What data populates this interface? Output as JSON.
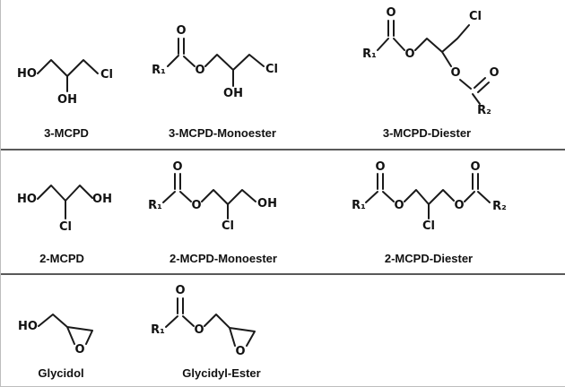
{
  "atoms": {
    "HO": "HO",
    "OH": "OH",
    "Cl": "Cl",
    "O": "O",
    "R1": "R₁",
    "R2": "R₂"
  },
  "structures": {
    "mcpd3": {
      "label": "3-MCPD"
    },
    "mcpd3_mono": {
      "label": "3-MCPD-Monoester"
    },
    "mcpd3_di": {
      "label": "3-MCPD-Diester"
    },
    "mcpd2": {
      "label": "2-MCPD"
    },
    "mcpd2_mono": {
      "label": "2-MCPD-Monoester"
    },
    "mcpd2_di": {
      "label": "2-MCPD-Diester"
    },
    "glycidol": {
      "label": "Glycidol"
    },
    "glycidyl": {
      "label": "Glycidyl-Ester"
    }
  },
  "colors": {
    "bond": "#1a1a1a",
    "divider": "#595959",
    "background": "#ffffff",
    "text": "#111111"
  }
}
